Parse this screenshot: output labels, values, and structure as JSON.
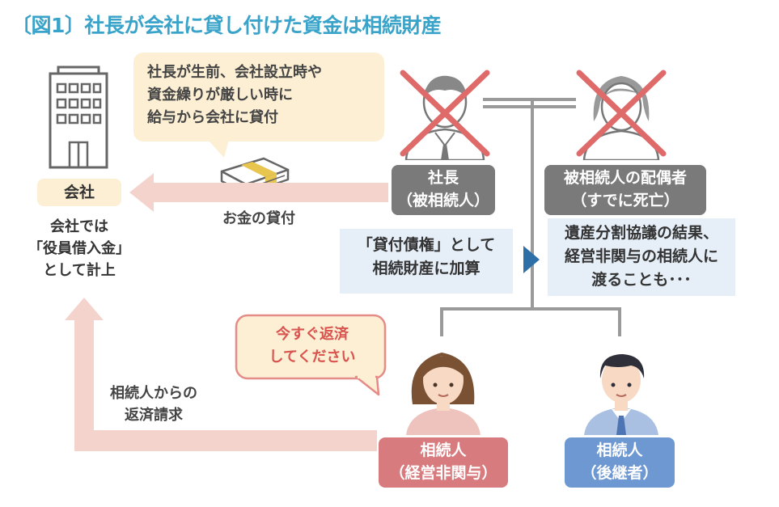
{
  "title": "〔図1〕社長が会社に貸し付けた資金は相続財産",
  "company": {
    "tag": "会社",
    "note_lines": [
      "会社では",
      "「役員借入金」",
      "として計上"
    ]
  },
  "loan_bubble_lines": [
    "社長が生前、会社設立時や",
    "資金繰りが厳しい時に",
    "給与から会社に貸付"
  ],
  "loan_arrow_label": "お金の貸付",
  "president": {
    "line1": "社長",
    "line2": "（被相続人）"
  },
  "spouse": {
    "line1": "被相続人の配偶者",
    "line2": "（すでに死亡）"
  },
  "loan_claim_lines": [
    "「貸付債権」として",
    "相続財産に加算"
  ],
  "inheritance_note_lines": [
    "遺産分割協議の結果、",
    "経営非関与の相続人に",
    "渡ることも･･･"
  ],
  "repay_bubble_lines": [
    "今すぐ返済",
    "してください"
  ],
  "repay_arrow_lines": [
    "相続人からの",
    "返済請求"
  ],
  "heir_uninvolved": {
    "line1": "相続人",
    "line2": "（経営非関与）"
  },
  "heir_successor": {
    "line1": "相続人",
    "line2": "（後継者）"
  },
  "colors": {
    "title": "#3aa3c9",
    "bubble": "#fcefd3",
    "arrow_pink": "#f5d3cd",
    "cross_red": "#df6a6a",
    "tag_gray": "#7a7a7a",
    "tag_red": "#d87b7e",
    "tag_blue": "#6d98d2",
    "box_blue": "#e6eef8",
    "triangle_blue": "#2f6fa8"
  }
}
